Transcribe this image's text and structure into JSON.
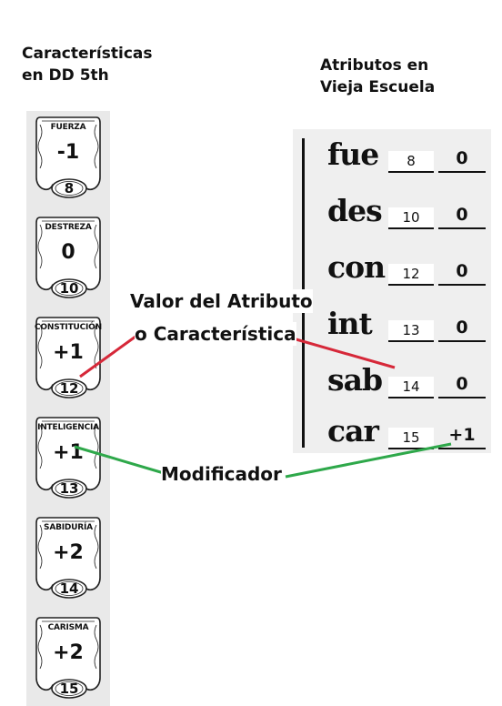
{
  "left_title": {
    "line1": "Características",
    "line2": "en DD 5th"
  },
  "right_title": {
    "line1": "Atributos en",
    "line2": "Vieja Escuela"
  },
  "stats_5e": [
    {
      "name": "FUERZA",
      "modifier": "-1",
      "value": "8"
    },
    {
      "name": "DESTREZA",
      "modifier": "0",
      "value": "10"
    },
    {
      "name": "CONSTITUCIÓN",
      "modifier": "+1",
      "value": "12"
    },
    {
      "name": "INTELIGENCIA",
      "modifier": "+1",
      "value": "13"
    },
    {
      "name": "SABIDURÍA",
      "modifier": "+2",
      "value": "14"
    },
    {
      "name": "CARISMA",
      "modifier": "+2",
      "value": "15"
    }
  ],
  "old_school": [
    {
      "abbr": "fue",
      "score": "8",
      "mod": "0"
    },
    {
      "abbr": "des",
      "score": "10",
      "mod": "0"
    },
    {
      "abbr": "con",
      "score": "12",
      "mod": "0"
    },
    {
      "abbr": "int",
      "score": "13",
      "mod": "0"
    },
    {
      "abbr": "sab",
      "score": "14",
      "mod": "0"
    },
    {
      "abbr": "car",
      "score": "15",
      "mod": "+1"
    }
  ],
  "callouts": {
    "valor_line1": "Valor del Atributo",
    "valor_line2": "o Característica",
    "modificador": "Modificador",
    "valor_color": "#d62839",
    "modificador_color": "#2ea84a"
  }
}
